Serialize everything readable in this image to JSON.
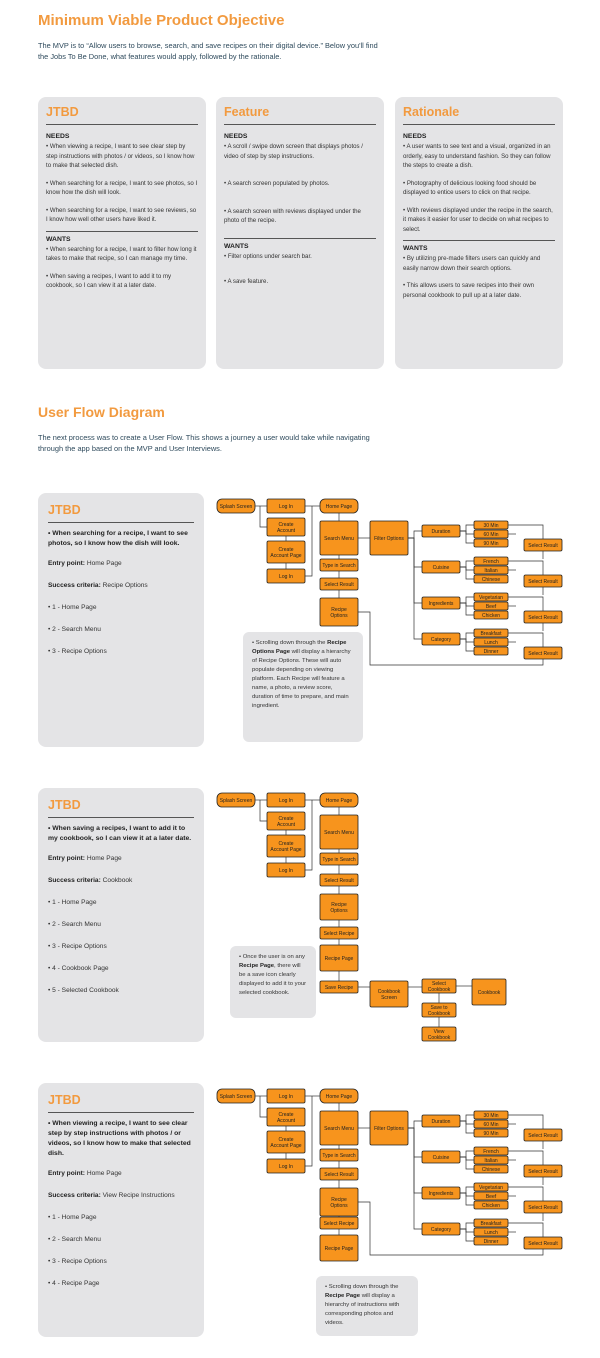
{
  "header": {
    "title": "Minimum Viable Product Objective",
    "intro_line1": "The MVP is to “Allow users to browse, search, and save recipes on their digital device.” Below you'll find",
    "intro_line2": "the Jobs To Be Done, what features would apply, followed by the rationale."
  },
  "columns": [
    {
      "title": "JTBD",
      "needs_label": "NEEDS",
      "needs": [
        "• When viewing a recipe, I want to see clear step by step instructions with photos / or videos, so I know how to make that selected dish.",
        "• When searching for a recipe, I want to see photos, so I know how the dish will look.",
        "• When searching for a recipe, I want to see reviews, so I know how well other users have liked it."
      ],
      "wants_label": "WANTS",
      "wants": [
        "• When searching for a recipe, I want to filter how long it takes to make that recipe, so I can manage my time.",
        "• When saving a recipes, I want to add it to my cookbook, so I can view it at a later date."
      ]
    },
    {
      "title": "Feature",
      "needs_label": "NEEDS",
      "needs": [
        "• A scroll / swipe down screen that displays photos / video of step by step instructions.",
        "• A search screen populated by photos.",
        "• A search screen with reviews displayed under the photo of the recipe."
      ],
      "wants_label": "WANTS",
      "wants": [
        "• Filter options under search bar.",
        "• A save feature."
      ]
    },
    {
      "title": "Rationale",
      "needs_label": "NEEDS",
      "needs": [
        "• A user wants to see text and a visual, organized in an orderly, easy to understand fashion. So they can follow the steps to create a dish.",
        "• Photography of delicious looking food should be displayed to entice users to click on that recipe.",
        "• With reviews displayed under the recipe in the search, it makes it easier for user to decide on what recipes to select."
      ],
      "wants_label": "WANTS",
      "wants": [
        "• By utilizing pre-made filters users can quickly and easily narrow down their search options.",
        "• This allows users to save recipes into their own personal cookbook to pull up at a later date."
      ]
    }
  ],
  "flow_section": {
    "title": "User Flow Diagram",
    "intro_line1": "The next process was to create a User Flow. This shows a journey a user would take while navigating",
    "intro_line2": "through the app based on the MVP and User Interviews."
  },
  "jtbd_cards": [
    {
      "title": "JTBD",
      "question": "• When searching for a recipe, I want to see photos, so I know how the dish will look.",
      "entry_label": "Entry point:",
      "entry_value": "Home Page",
      "success_label": "Success criteria:",
      "success_value": "Recipe Options",
      "steps": [
        "• 1 - Home Page",
        "• 2 - Search Menu",
        "• 3 - Recipe Options"
      ],
      "note_pre": "• Scrolling down through the",
      "note_bold": "Recipe Options Page",
      "note_post": "will display a hierarchy of Recipe Options. These will auto populate depending on viewing platform. Each Recipe will feature a name, a photo, a review score, duration of time to prepare, and main ingredient."
    },
    {
      "title": "JTBD",
      "question": "• When saving a recipes, I want to add it to my cookbook, so I can view it at a later date.",
      "entry_label": "Entry point:",
      "entry_value": "Home Page",
      "success_label": "Success criteria:",
      "success_value": "Cookbook",
      "steps": [
        "• 1 - Home Page",
        "• 2 - Search Menu",
        "• 3 - Recipe Options",
        "• 4 - Cookbook Page",
        "• 5 - Selected Cookbook"
      ],
      "note_pre": "• Once the user is on any",
      "note_bold": "Recipe Page",
      "note_post": ", there will be a save icon clearly displayed to add it to your selected cookbook."
    },
    {
      "title": "JTBD",
      "question": "• When viewing a recipe, I want to see clear step by step instructions with photos / or videos, so I know how to make that selected dish.",
      "entry_label": "Entry point:",
      "entry_value": "Home Page",
      "success_label": "Success criteria:",
      "success_value": "View Recipe Instructions",
      "steps": [
        "• 1 - Home Page",
        "• 2 - Search Menu",
        "• 3 - Recipe Options",
        "• 4 - Recipe Page"
      ],
      "note_pre": "• Scrolling down through the",
      "note_bold": "Recipe Page",
      "note_post": "will display a hierarchy of instructions with corresponding photos and videos."
    }
  ],
  "flow_labels": {
    "splash": "Splash Screen",
    "login": "Log In",
    "create_account": [
      "Create",
      "Account"
    ],
    "create_account_page": [
      "Create",
      "Account Page"
    ],
    "login2": "Log In",
    "home": "Home Page",
    "search_menu": "Search Menu",
    "type_search": "Type in Search",
    "select_result": "Select Result",
    "recipe_options": [
      "Recipe",
      "Options"
    ],
    "select_recipe": "Select Recipe",
    "recipe_page": "Recipe Page",
    "save_recipe": "Save Recipe",
    "cookbook_screen": [
      "Cookbook",
      "Screen"
    ],
    "select_cookbook": [
      "Select",
      "Cookbook"
    ],
    "save_to_cookbook": [
      "Save to",
      "Cookbook"
    ],
    "view_cookbook": [
      "View",
      "Cookbook"
    ],
    "cookbook": "Cookbook",
    "filter_options": "Filter Options",
    "duration": "Duration",
    "cuisine": "Cuisine",
    "ingredients": "Ingredients",
    "category": "Category",
    "d1": "30 Min",
    "d2": "60 Min",
    "d3": "90 Min",
    "c1": "French",
    "c2": "Italian",
    "c3": "Chinese",
    "i1": "Vegetarian",
    "i2": "Beef",
    "i3": "Chicken",
    "k1": "Breakfast",
    "k2": "Lunch",
    "k3": "Dinner",
    "select_result_sm": "Select Result"
  },
  "colors": {
    "accent": "#f29a3f",
    "box": "#f7941d",
    "card": "#e4e4e6",
    "text_blue": "#2e4a5c"
  }
}
